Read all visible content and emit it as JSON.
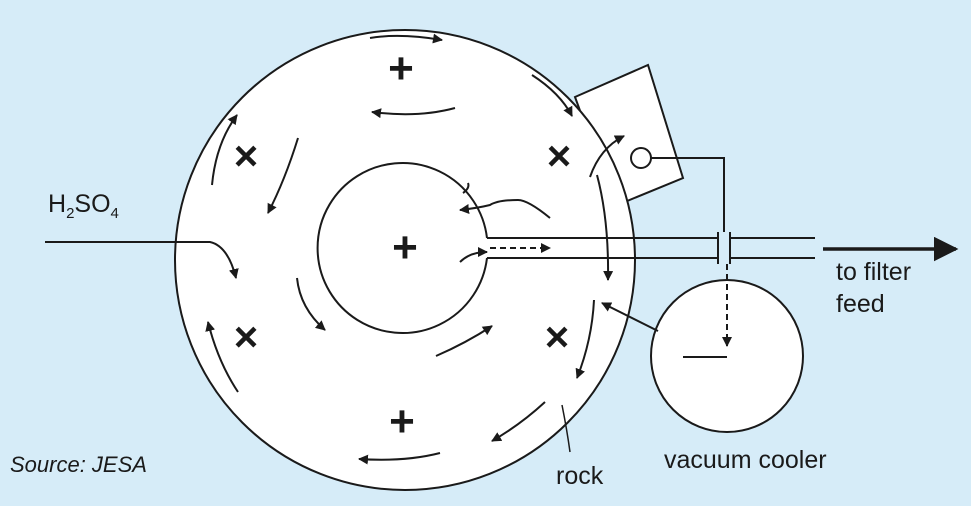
{
  "labels": {
    "acid_main": "H",
    "acid_sub1": "2",
    "acid_mid": "SO",
    "acid_sub2": "4",
    "output_line1": "to filter",
    "output_line2": "feed",
    "rock": "rock",
    "vacuum_cooler": "vacuum cooler",
    "source": "Source: JESA"
  },
  "symbols": {
    "plus": "+",
    "cross": "×"
  },
  "colors": {
    "background": "#d6ecf8",
    "ink": "#1a1a1a",
    "fill": "#ffffff"
  }
}
